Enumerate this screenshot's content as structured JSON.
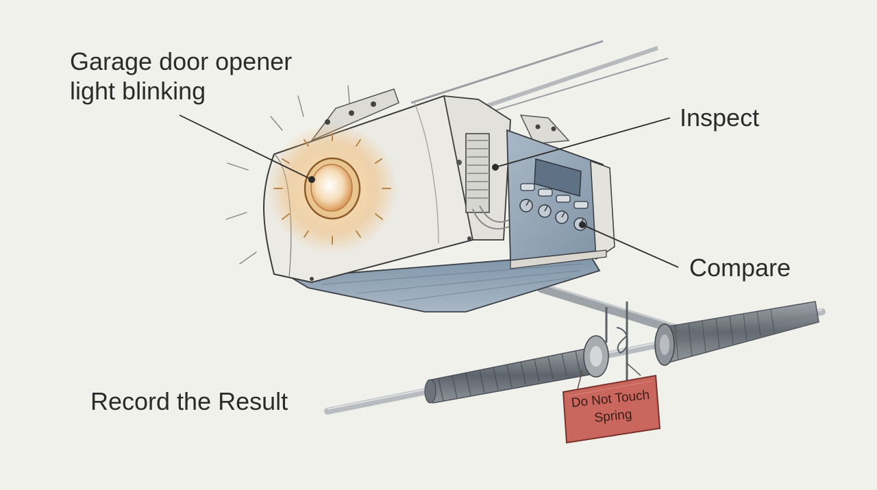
{
  "diagram": {
    "title_lines": [
      "Garage door opener",
      "light blinking"
    ],
    "callouts": {
      "inspect": "Inspect",
      "compare": "Compare",
      "record": "Record the Result"
    },
    "warning_tag": {
      "line1": "Do Not Touch",
      "line2": "Spring",
      "color": "#c9665d"
    },
    "colors": {
      "background": "#f1f1ec",
      "housing": "#eceae4",
      "panel": "#97a8b8",
      "light_glow": "#f0b66a",
      "ink": "#2b2b2b"
    }
  }
}
